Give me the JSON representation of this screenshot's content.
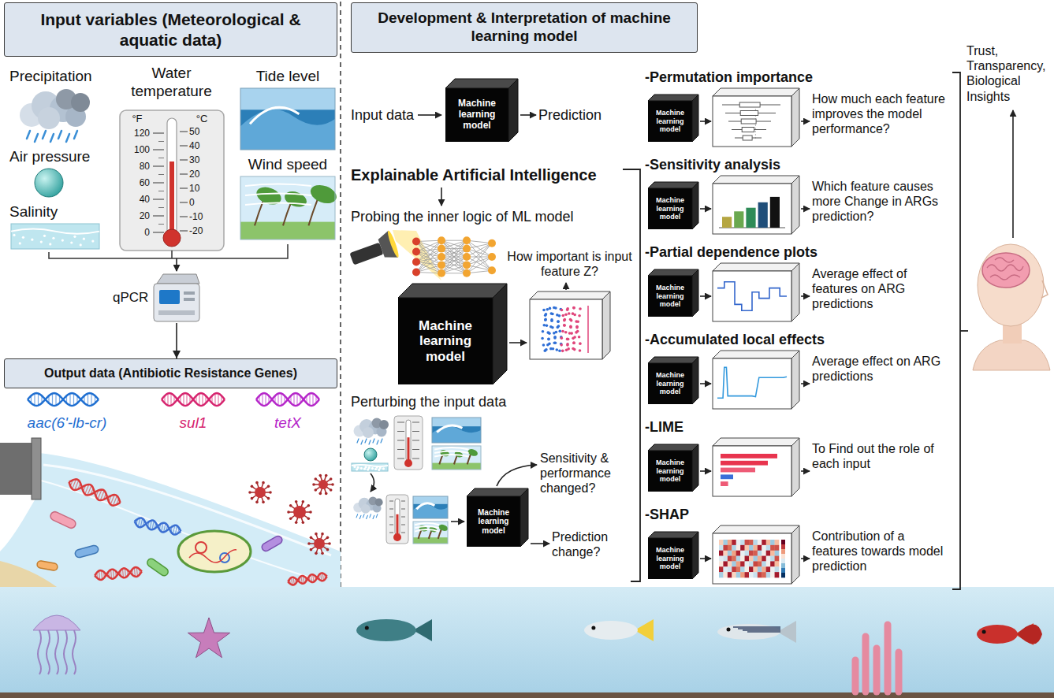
{
  "diagram": {
    "nodes": [
      {
        "text": [
          "Input variables (Meteorological & aquatic data)"
        ]
      },
      {
        "text": [
          "qPCR"
        ]
      },
      {
        "text": [
          "Output data (Antibiotic Resistance Genes)"
        ]
      },
      {
        "text": [
          "Development & Interpretation of machine learning model"
        ]
      },
      {
        "text": [
          "Machine learning model"
        ]
      },
      {
        "text": [
          "Machine learning model"
        ]
      },
      {
        "text": [
          "Machine learning model"
        ]
      },
      {
        "text": [
          "Machine learning model"
        ]
      },
      {
        "text": [
          "Machine learning model"
        ]
      },
      {
        "text": [
          "Machine learning model"
        ]
      },
      {
        "text": [
          "Machine learning model"
        ]
      },
      {
        "text": [
          "Machine learning model"
        ]
      },
      {
        "text": [
          "Machine learning model"
        ]
      }
    ],
    "edges": [
      {
        "from": 1,
        "to": 2,
        "arrow": "to"
      }
    ],
    "labels": [
      "Precipitation",
      "Water temperature",
      "Tide level",
      "°F",
      "°C",
      "120",
      "100",
      "80",
      "60",
      "40",
      "20",
      "0",
      "50",
      "40",
      "30",
      "20",
      "10",
      "0",
      "-10",
      "-20",
      "Air pressure",
      "Wind speed",
      "Salinity",
      "aac(6'-lb-cr)",
      "sul1",
      "tetX",
      "Input data",
      "Prediction",
      "Explainable Artificial Intelligence",
      "Probing the inner logic of ML model",
      "How important is input feature Z?",
      "Perturbing the input data",
      "Sensitivity & performance changed?",
      "Prediction change?",
      "-Permutation importance",
      "How much each feature improves the model performance?",
      "-Sensitivity analysis",
      "Which feature causes more Change in ARGs prediction?",
      "-Partial dependence plots",
      "Average effect of features on ARG predictions",
      "-Accumulated local effects",
      "Average effect on ARG predictions",
      "-LIME",
      "To Find out the role of each input",
      "-SHAP",
      "Contribution of a features towards model prediction",
      "Trust, Transparency, Biological Insights"
    ]
  }
}
